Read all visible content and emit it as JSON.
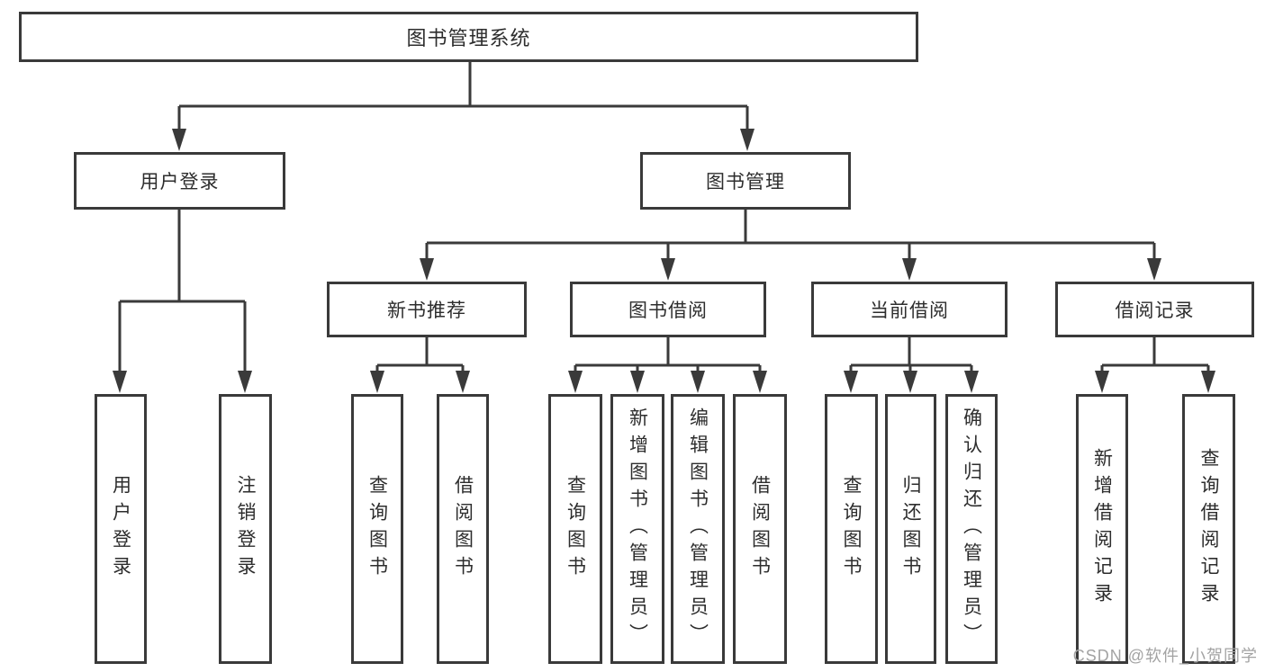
{
  "tree": {
    "root": "图书管理系统",
    "branches": [
      {
        "label": "用户登录",
        "children": [
          "用户登录",
          "注销登录"
        ]
      },
      {
        "label": "图书管理",
        "sections": [
          {
            "label": "新书推荐",
            "children": [
              "查询图书",
              "借阅图书"
            ]
          },
          {
            "label": "图书借阅",
            "children": [
              "查询图书",
              "新增图书（管理员）",
              "编辑图书（管理员）",
              "借阅图书"
            ]
          },
          {
            "label": "当前借阅",
            "children": [
              "查询图书",
              "归还图书",
              "确认归还（管理员）"
            ]
          },
          {
            "label": "借阅记录",
            "children": [
              "新增借阅记录",
              "查询借阅记录"
            ]
          }
        ]
      }
    ]
  },
  "watermark": "CSDN @软件_小贺同学",
  "colors": {
    "line": "#3a3a3a",
    "text": "#2d2d2d",
    "watermark_text": "#a3a3a3",
    "background": "#ffffff"
  }
}
